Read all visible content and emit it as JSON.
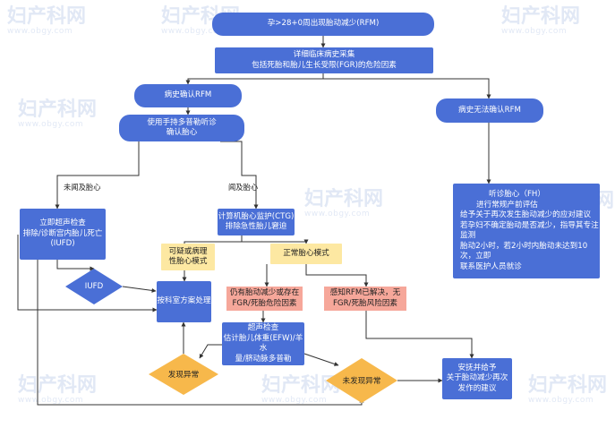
{
  "watermark": {
    "text": "妇产科网",
    "url": "www.obgy.com"
  },
  "nodes": {
    "start": "孕>28+0周出现胎动减少(RFM)",
    "history": {
      "line1": "详细临床病史采集",
      "line2": "包括死胎和胎儿生长受限(FGR)的危险因素"
    },
    "confirmed": "病史确认RFM",
    "not_confirmed": "病史无法确认RFM",
    "doppler": {
      "line1": "使用手持多普勒听诊",
      "line2": "确认胎心"
    },
    "auscultation": {
      "lines": [
        "听诊胎心（FH）",
        "进行常规产前评估",
        "给予关于再次发生胎动减少的应对建议",
        "若孕妇不确定胎动是否减少，指导其专注监测",
        "胎动2小时，若2小时内胎动未达到10次，立即",
        "联系医护人员就诊"
      ]
    },
    "ultrasound_iufd": {
      "line1": "立即超声检查",
      "line2": "排除/诊断宫内胎儿死亡",
      "line3": "(IUFD)"
    },
    "ctg": {
      "line1": "计算机胎心监护(CTG)",
      "line2": "排除急性胎儿窘迫"
    },
    "suspicious": {
      "line1": "可疑或病理",
      "line2": "性胎心模式"
    },
    "normal": "正常胎心模式",
    "iufd_diamond": "IUFD",
    "dept_plan": "按科室方案处理",
    "risk_present": {
      "line1": "仍有胎动减少或存在",
      "line2": "FGR/死胎危险因素"
    },
    "risk_resolved": {
      "line1": "感知RFM已解决，无",
      "line2": "FGR/死胎风险因素"
    },
    "ultrasound_check": {
      "line1": "超声检查",
      "line2": "估计胎儿体重(EFW)/羊水",
      "line3": "量/脐动脉多普勒"
    },
    "abnormal": "发现异常",
    "no_abnormal": "未发现异常",
    "arrange": {
      "line1": "安抚并给予",
      "line2": "关于胎动减少再次",
      "line3": "发作的建议"
    }
  },
  "labels": {
    "no_fh": "未闻及胎心",
    "fh_heard": "闻及胎心"
  },
  "colors": {
    "blue": "#4a6fd6",
    "yellow_box": "#fde8a2",
    "pink_box": "#f6a79a",
    "diamond_orange": "#f7b84b",
    "arrow": "#333333"
  }
}
